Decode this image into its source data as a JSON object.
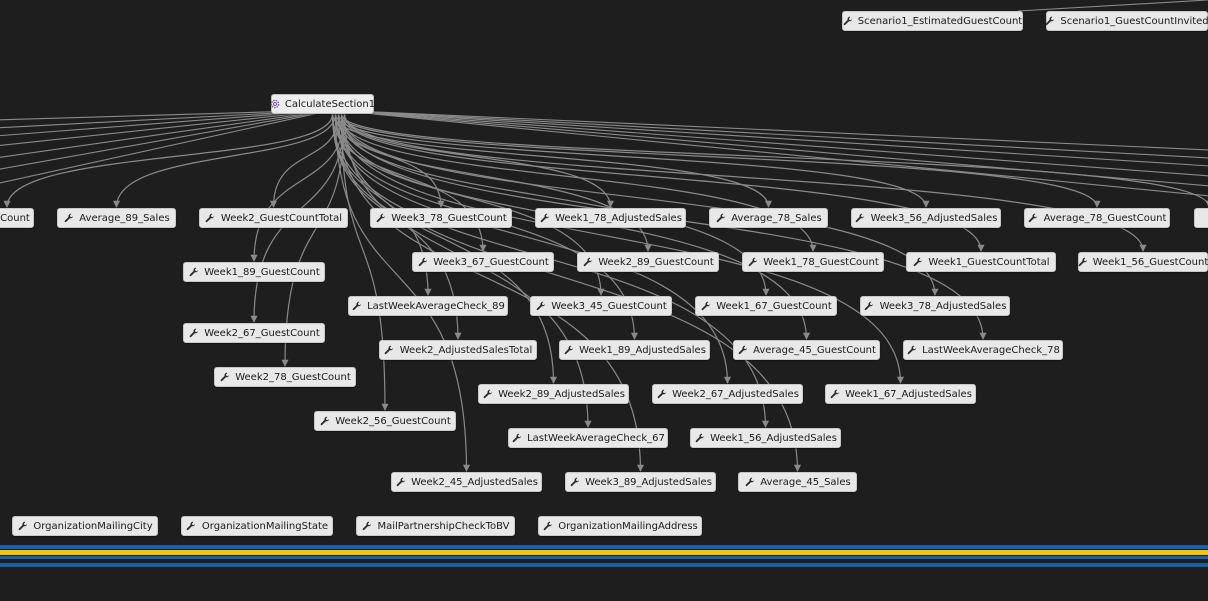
{
  "diagram": {
    "background": "#1e1e1e",
    "edge_color": "#8a8a8a",
    "root": {
      "id": "calc",
      "label": "CalculateSection1",
      "icon": "gear-icon"
    },
    "nodes": [
      {
        "id": "scen_est",
        "label": "Scenario1_EstimatedGuestCount",
        "icon": "wrench-icon"
      },
      {
        "id": "scen_inv",
        "label": "Scenario1_GuestCountInvited",
        "icon": "wrench-icon"
      },
      {
        "id": "count_left",
        "label": "Count",
        "icon": "wrench-icon"
      },
      {
        "id": "avg89s",
        "label": "Average_89_Sales",
        "icon": "wrench-icon"
      },
      {
        "id": "w2gct",
        "label": "Week2_GuestCountTotal",
        "icon": "wrench-icon"
      },
      {
        "id": "w3_78gc",
        "label": "Week3_78_GuestCount",
        "icon": "wrench-icon"
      },
      {
        "id": "w1_78as",
        "label": "Week1_78_AdjustedSales",
        "icon": "wrench-icon"
      },
      {
        "id": "avg78s",
        "label": "Average_78_Sales",
        "icon": "wrench-icon"
      },
      {
        "id": "w3_56as",
        "label": "Week3_56_AdjustedSales",
        "icon": "wrench-icon"
      },
      {
        "id": "avg78gc",
        "label": "Average_78_GuestCount",
        "icon": "wrench-icon"
      },
      {
        "id": "w1_89gc",
        "label": "Week1_89_GuestCount",
        "icon": "wrench-icon"
      },
      {
        "id": "w3_67gc",
        "label": "Week3_67_GuestCount",
        "icon": "wrench-icon"
      },
      {
        "id": "w2_89gc",
        "label": "Week2_89_GuestCount",
        "icon": "wrench-icon"
      },
      {
        "id": "w1_78gc",
        "label": "Week1_78_GuestCount",
        "icon": "wrench-icon"
      },
      {
        "id": "w1gct",
        "label": "Week1_GuestCountTotal",
        "icon": "wrench-icon"
      },
      {
        "id": "w1_56gc",
        "label": "Week1_56_GuestCount",
        "icon": "wrench-icon"
      },
      {
        "id": "lwac89",
        "label": "LastWeekAverageCheck_89",
        "icon": "wrench-icon"
      },
      {
        "id": "w3_45gc",
        "label": "Week3_45_GuestCount",
        "icon": "wrench-icon"
      },
      {
        "id": "w1_67gc",
        "label": "Week1_67_GuestCount",
        "icon": "wrench-icon"
      },
      {
        "id": "w3_78as",
        "label": "Week3_78_AdjustedSales",
        "icon": "wrench-icon"
      },
      {
        "id": "w2_67gc",
        "label": "Week2_67_GuestCount",
        "icon": "wrench-icon"
      },
      {
        "id": "w2ast",
        "label": "Week2_AdjustedSalesTotal",
        "icon": "wrench-icon"
      },
      {
        "id": "w1_89as",
        "label": "Week1_89_AdjustedSales",
        "icon": "wrench-icon"
      },
      {
        "id": "avg45gc",
        "label": "Average_45_GuestCount",
        "icon": "wrench-icon"
      },
      {
        "id": "lwac78",
        "label": "LastWeekAverageCheck_78",
        "icon": "wrench-icon"
      },
      {
        "id": "w2_78gc",
        "label": "Week2_78_GuestCount",
        "icon": "wrench-icon"
      },
      {
        "id": "w2_89as",
        "label": "Week2_89_AdjustedSales",
        "icon": "wrench-icon"
      },
      {
        "id": "w2_67as",
        "label": "Week2_67_AdjustedSales",
        "icon": "wrench-icon"
      },
      {
        "id": "w1_67as",
        "label": "Week1_67_AdjustedSales",
        "icon": "wrench-icon"
      },
      {
        "id": "w2_56gc",
        "label": "Week2_56_GuestCount",
        "icon": "wrench-icon"
      },
      {
        "id": "lwac67",
        "label": "LastWeekAverageCheck_67",
        "icon": "wrench-icon"
      },
      {
        "id": "w1_56as",
        "label": "Week1_56_AdjustedSales",
        "icon": "wrench-icon"
      },
      {
        "id": "w2_45as",
        "label": "Week2_45_AdjustedSales",
        "icon": "wrench-icon"
      },
      {
        "id": "w3_89as",
        "label": "Week3_89_AdjustedSales",
        "icon": "wrench-icon"
      },
      {
        "id": "avg45s",
        "label": "Average_45_Sales",
        "icon": "wrench-icon"
      },
      {
        "id": "omcity",
        "label": "OrganizationMailingCity",
        "icon": "wrench-icon"
      },
      {
        "id": "omstate",
        "label": "OrganizationMailingState",
        "icon": "wrench-icon"
      },
      {
        "id": "mpcbv",
        "label": "MailPartnershipCheckToBV",
        "icon": "wrench-icon"
      },
      {
        "id": "omaddr",
        "label": "OrganizationMailingAddress",
        "icon": "wrench-icon"
      },
      {
        "id": "edge_right",
        "label": "",
        "icon": ""
      }
    ],
    "edges_from_root": [
      "count_left",
      "avg89s",
      "w2gct",
      "w3_78gc",
      "w1_78as",
      "avg78s",
      "w3_56as",
      "avg78gc",
      "edge_right",
      "w1_89gc",
      "w3_67gc",
      "w2_89gc",
      "w1_78gc",
      "w1gct",
      "w1_56gc",
      "lwac89",
      "w3_45gc",
      "w1_67gc",
      "w3_78as",
      "w2_67gc",
      "w2ast",
      "w1_89as",
      "avg45gc",
      "lwac78",
      "w2_78gc",
      "w2_89as",
      "w2_67as",
      "w1_67as",
      "w2_56gc",
      "lwac67",
      "w1_56as",
      "w2_45as",
      "w3_89as",
      "avg45s"
    ],
    "bands": [
      {
        "name": "blue-band-top",
        "color": "#1b5fa8"
      },
      {
        "name": "yellow-band",
        "color": "#f1c40f"
      },
      {
        "name": "blue-band-mid",
        "color": "#1b5fa8"
      },
      {
        "name": "blue-band-bottom",
        "color": "#1b5fa8"
      }
    ]
  }
}
